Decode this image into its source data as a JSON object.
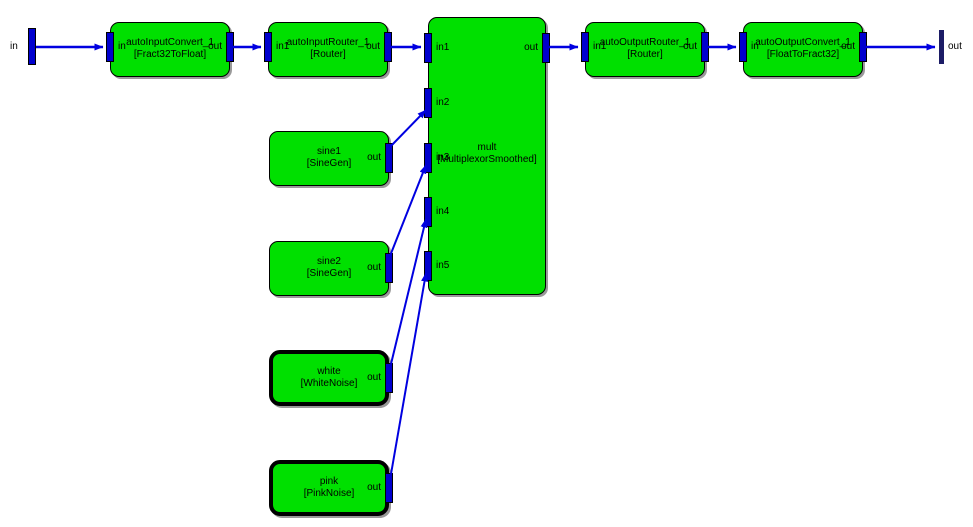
{
  "diagram": {
    "tool": "signal-flow-canvas",
    "background": "#ffffff"
  },
  "colors": {
    "block_fill": "#00E000",
    "block_border": "#000000",
    "port_fill": "#0000CE",
    "wire": "#0000E0",
    "shadow": "#9a9a9a",
    "input_pin_bar": "#0000CE",
    "output_pin_bar": "#1C1C66"
  },
  "pins": {
    "input": {
      "label": "in"
    },
    "output": {
      "label": "out"
    }
  },
  "blocks": [
    {
      "id": "autoInputConvert_1",
      "title": "autoInputConvert_1",
      "type": "[Fract32ToFloat]",
      "inputs": [
        "in"
      ],
      "outputs": [
        "out"
      ]
    },
    {
      "id": "autoInputRouter_1",
      "title": "autoInputRouter_1",
      "type": "[Router]",
      "inputs": [
        "in1"
      ],
      "outputs": [
        "out"
      ]
    },
    {
      "id": "mult",
      "title": "mult",
      "type": "[MultiplexorSmoothed]",
      "inputs": [
        "in1",
        "in2",
        "in3",
        "in4",
        "in5"
      ],
      "outputs": [
        "out"
      ]
    },
    {
      "id": "autoOutputRouter_1",
      "title": "autoOutputRouter_1",
      "type": "[Router]",
      "inputs": [
        "in1"
      ],
      "outputs": [
        "out"
      ]
    },
    {
      "id": "autoOutputConvert_1",
      "title": "autoOutputConvert_1",
      "type": "[FloatToFract32]",
      "inputs": [
        "in"
      ],
      "outputs": [
        "out"
      ]
    },
    {
      "id": "sine1",
      "title": "sine1",
      "type": "[SineGen]",
      "inputs": [],
      "outputs": [
        "out"
      ],
      "bold_border": false
    },
    {
      "id": "sine2",
      "title": "sine2",
      "type": "[SineGen]",
      "inputs": [],
      "outputs": [
        "out"
      ],
      "bold_border": false
    },
    {
      "id": "white",
      "title": "white",
      "type": "[WhiteNoise]",
      "inputs": [],
      "outputs": [
        "out"
      ],
      "bold_border": true
    },
    {
      "id": "pink",
      "title": "pink",
      "type": "[PinkNoise]",
      "inputs": [],
      "outputs": [
        "out"
      ],
      "bold_border": true
    }
  ],
  "connections": [
    {
      "from": "in",
      "to": "autoInputConvert_1.in"
    },
    {
      "from": "autoInputConvert_1.out",
      "to": "autoInputRouter_1.in1"
    },
    {
      "from": "autoInputRouter_1.out",
      "to": "mult.in1"
    },
    {
      "from": "sine1.out",
      "to": "mult.in2"
    },
    {
      "from": "sine2.out",
      "to": "mult.in3"
    },
    {
      "from": "white.out",
      "to": "mult.in4"
    },
    {
      "from": "pink.out",
      "to": "mult.in5"
    },
    {
      "from": "mult.out",
      "to": "autoOutputRouter_1.in1"
    },
    {
      "from": "autoOutputRouter_1.out",
      "to": "autoOutputConvert_1.in"
    },
    {
      "from": "autoOutputConvert_1.out",
      "to": "out"
    }
  ]
}
